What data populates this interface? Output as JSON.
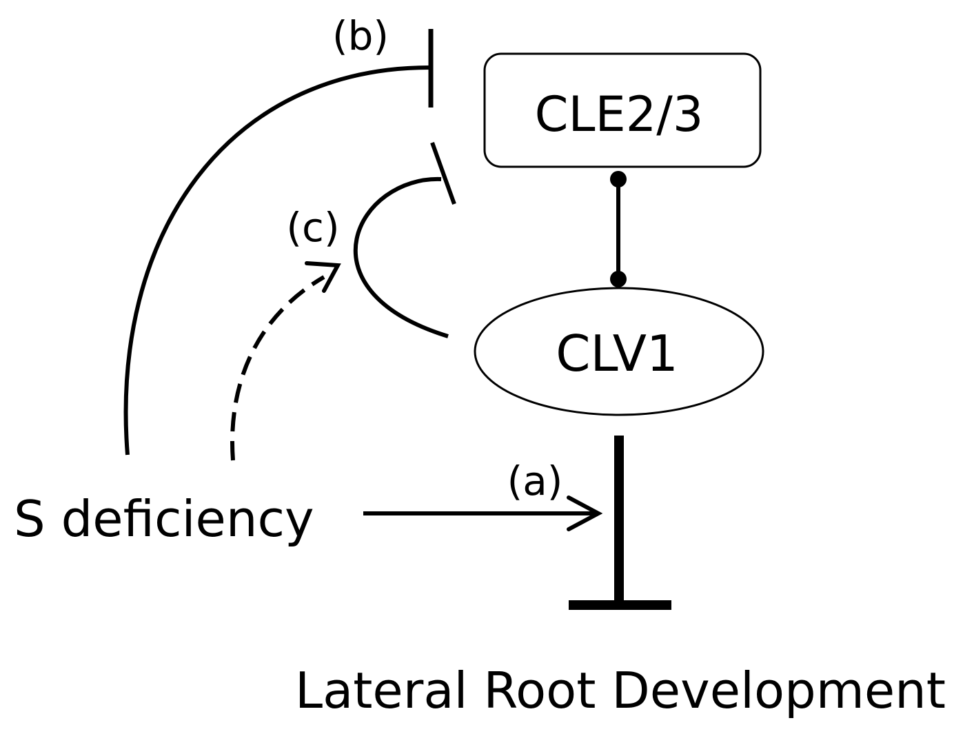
{
  "nodes": {
    "cle": "CLE2/3",
    "clv1": "CLV1",
    "s_deficiency": "S deficiency",
    "lateral_root": "Lateral Root Development"
  },
  "path_labels": {
    "a": "(a)",
    "b": "(b)",
    "c": "(c)"
  },
  "colors": {
    "stroke": "#000000",
    "background": "#ffffff"
  }
}
